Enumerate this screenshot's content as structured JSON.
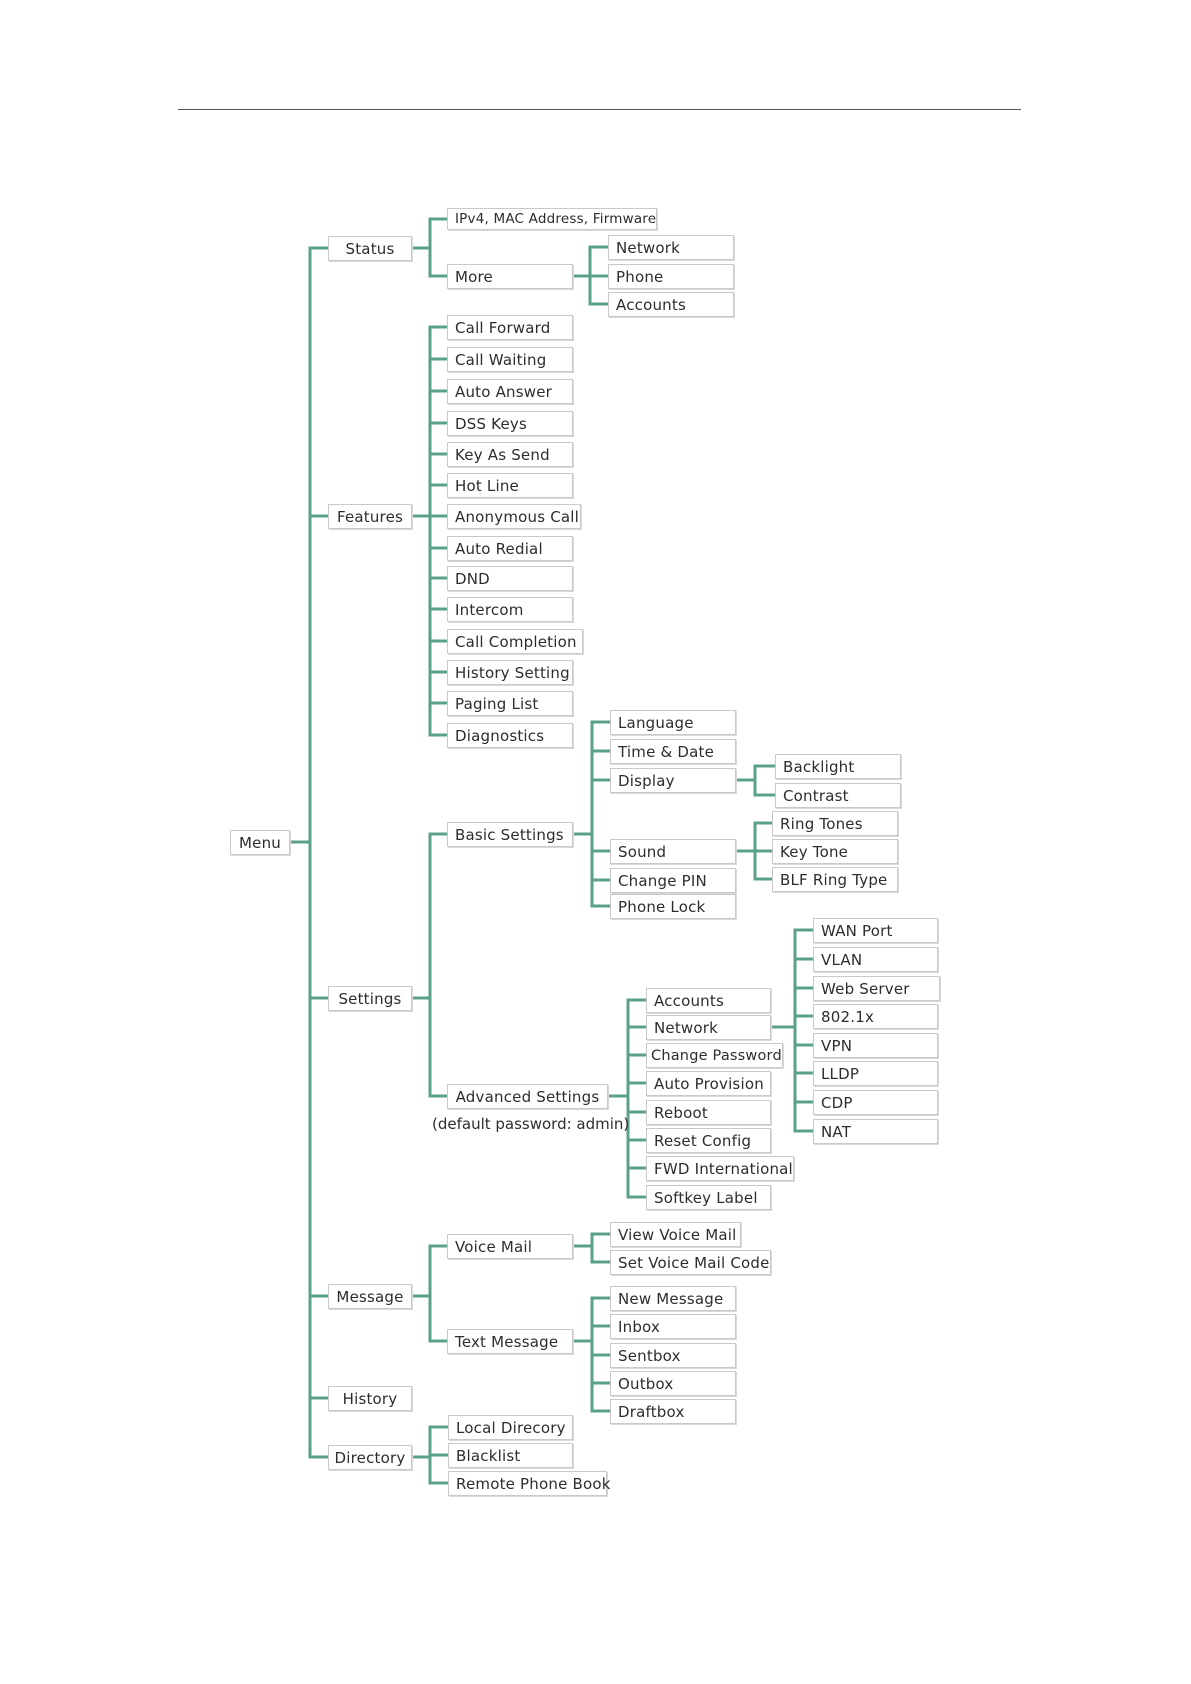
{
  "diagram": {
    "colors": {
      "connector": "#5aa186",
      "box_border": "#c9c9c9",
      "text": "#2d2d2d"
    },
    "root": "Menu",
    "status": {
      "label": "Status",
      "ipv4": "IPv4, MAC Address, Firmware",
      "more": "More",
      "more_items": [
        "Network",
        "Phone",
        "Accounts"
      ]
    },
    "features": {
      "label": "Features",
      "items": [
        "Call Forward",
        "Call Waiting",
        "Auto Answer",
        "DSS Keys",
        "Key As Send",
        "Hot Line",
        "Anonymous Call",
        "Auto Redial",
        "DND",
        "Intercom",
        "Call Completion",
        "History Setting",
        "Paging List",
        "Diagnostics"
      ]
    },
    "settings": {
      "label": "Settings",
      "basic": {
        "label": "Basic Settings",
        "items": [
          "Language",
          "Time & Date",
          "Display",
          "Sound",
          "Change PIN",
          "Phone Lock"
        ],
        "display_items": [
          "Backlight",
          "Contrast"
        ],
        "sound_items": [
          "Ring Tones",
          "Key Tone",
          "BLF Ring Type"
        ]
      },
      "advanced": {
        "label": "Advanced Settings",
        "note": "(default password: admin)",
        "items": [
          "Accounts",
          "Network",
          "Change Password",
          "Auto Provision",
          "Reboot",
          "Reset Config",
          "FWD International",
          "Softkey Label"
        ],
        "network_items": [
          "WAN Port",
          "VLAN",
          "Web Server",
          "802.1x",
          "VPN",
          "LLDP",
          "CDP",
          "NAT"
        ]
      }
    },
    "message": {
      "label": "Message",
      "voice_mail": {
        "label": "Voice Mail",
        "items": [
          "View Voice Mail",
          "Set Voice Mail Code"
        ]
      },
      "text_message": {
        "label": "Text Message",
        "items": [
          "New Message",
          "Inbox",
          "Sentbox",
          "Outbox",
          "Draftbox"
        ]
      }
    },
    "history": {
      "label": "History"
    },
    "directory": {
      "label": "Directory",
      "items": [
        "Local Direcory",
        "Blacklist",
        "Remote Phone Book"
      ]
    }
  }
}
